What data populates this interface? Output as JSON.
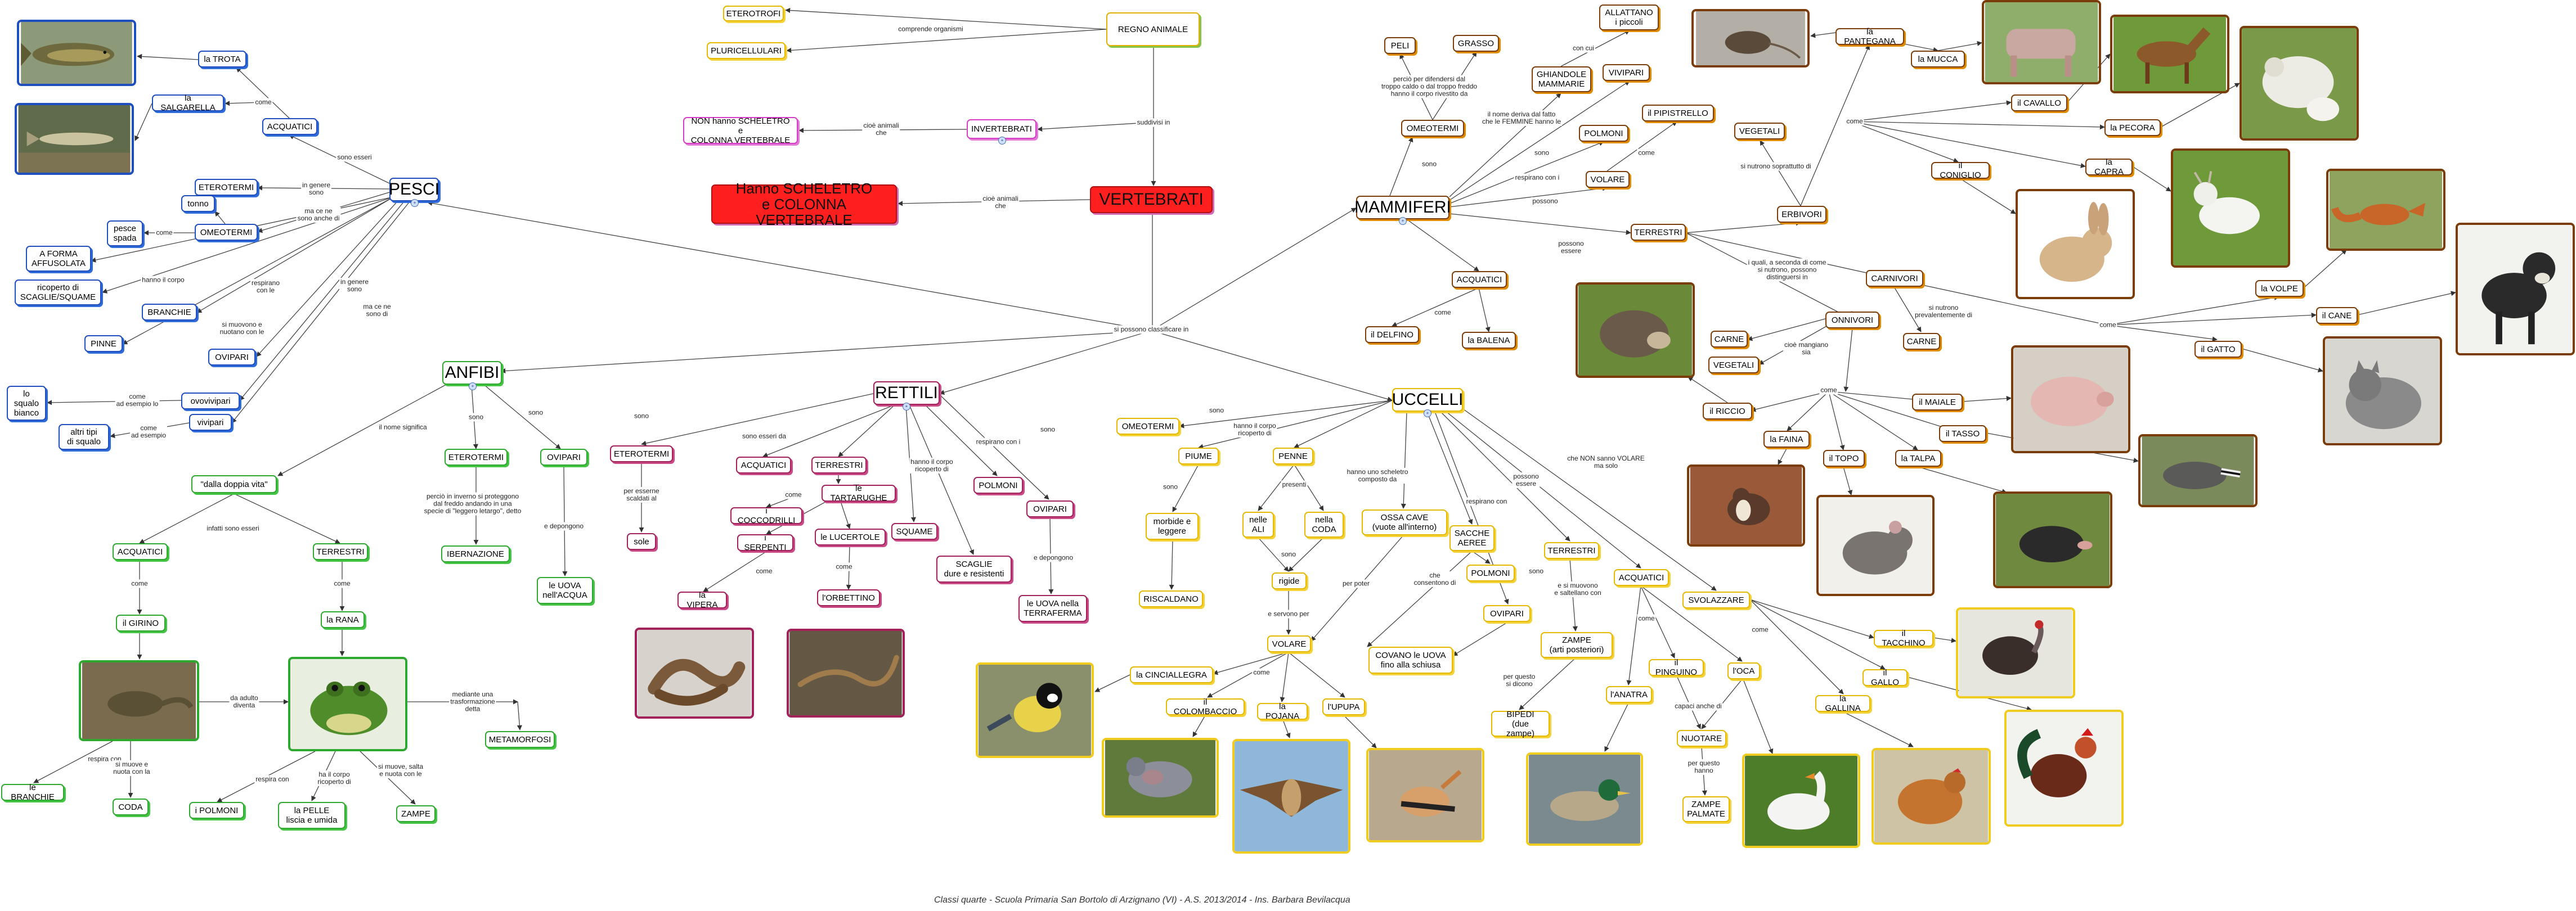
{
  "footer": "Classi quarte - Scuola Primaria San Bortolo di Arzignano (VI) - A.S. 2013/2014 - Ins. Barbara Bevilacqua",
  "nodes": {
    "regno": "REGNO ANIMALE",
    "eterotrofi_top": "ETEROTROFI",
    "pluricellulari": "PLURICELLULARI",
    "invertebrati": "INVERTEBRATI",
    "non_scheletro": "NON hanno SCHELETRO e\nCOLONNA VERTEBRALE",
    "vertebrati": "VERTEBRATI",
    "scheletro": "Hanno SCHELETRO\ne COLONNA VERTEBRALE",
    "pesci": "PESCI",
    "trota": "la TROTA",
    "salgarella": "la SALGARELLA",
    "acquatici_p": "ACQUATICI",
    "eterotermi_p": "ETEROTERMI",
    "omeotermi_p": "OMEOTERMI",
    "tonno": "tonno",
    "pesce_spada": "pesce\nspada",
    "affusolata": "A FORMA\nAFFUSOLATA",
    "ricoperto": "ricoperto di\nSCAGLIE/SQUAME",
    "branchie_p": "BRANCHIE",
    "pinne": "PINNE",
    "ovipari_p": "OVIPARI",
    "ovovivipari": "ovovivipari",
    "vivipari": "vivipari",
    "squalo": "lo\nsqualo\nbianco",
    "altri_squalo": "altri tipi\ndi squalo",
    "anfibi": "ANFIBI",
    "doppia_vita": "\"dalla doppia vita\"",
    "acquatici_a": "ACQUATICI",
    "terrestri_a": "TERRESTRI",
    "girino": "il GIRINO",
    "rana": "la RANA",
    "branchie_a": "le BRANCHIE",
    "coda_a": "CODA",
    "polmoni_a": "i POLMONI",
    "pelle": "la PELLE\nliscia e umida",
    "zampe_a": "ZAMPE",
    "metamorfosi": "METAMORFOSI",
    "eterotermi_a": "ETEROTERMI",
    "ibernazione": "IBERNAZIONE",
    "ovipari_a": "OVIPARI",
    "uova_acqua": "le UOVA\nnell'ACQUA",
    "rettili": "RETTILI",
    "eterotermi_r": "ETEROTERMI",
    "sole": "sole",
    "acquatici_r": "ACQUATICI",
    "terrestri_r": "TERRESTRI",
    "coccodrilli": "i COCCODRILLI",
    "tartarughe": "le TARTARUGHE",
    "serpenti": "i SERPENTI",
    "lucertole": "le LUCERTOLE",
    "vipera": "la VIPERA",
    "orbettino": "l'ORBETTINO",
    "squame_r": "SQUAME",
    "scaglie": "SCAGLIE\ndure e resistenti",
    "polmoni_r": "POLMONI",
    "ovipari_r": "OVIPARI",
    "uova_terra": "le UOVA nella\nTERRAFERMA",
    "uccelli": "UCCELLI",
    "omeotermi_u": "OMEOTERMI",
    "piume": "PIUME",
    "penne": "PENNE",
    "morbide": "morbide e\nleggere",
    "riscaldano": "RISCALDANO",
    "nelle_ali": "nelle\nALI",
    "nella_coda": "nella\nCODA",
    "rigide": "rigide",
    "volare_u": "VOLARE",
    "ossa_cave": "OSSA CAVE\n(vuote all'interno)",
    "sacche": "SACCHE\nAEREE",
    "polmoni_u": "POLMONI",
    "ovipari_u": "OVIPARI",
    "covano": "COVANO le UOVA\nfino alla schiusa",
    "terrestri_u": "TERRESTRI",
    "zampe_u": "ZAMPE\n(arti posteriori)",
    "bipedi": "BIPEDI\n(due zampe)",
    "acquatici_u": "ACQUATICI",
    "pinguino": "il PINGUINO",
    "oca": "l'OCA",
    "anatra": "l'ANATRA",
    "nuotare": "NUOTARE",
    "zampe_palmate": "ZAMPE\nPALMATE",
    "svolazzare": "SVOLAZZARE",
    "tacchino": "il TACCHINO",
    "gallo": "il GALLO",
    "gallina": "la GALLINA",
    "cinciallegra": "la CINCIALLEGRA",
    "colombaccio": "il COLOMBACCIO",
    "pojana": "la POJANA",
    "upupa": "l'UPUPA",
    "mammiferi": "MAMMIFERI",
    "omeotermi_m": "OMEOTERMI",
    "peli": "PELI",
    "grasso": "GRASSO",
    "allattano": "ALLATTANO\ni piccoli",
    "ghiandole": "GHIANDOLE\nMAMMARIE",
    "vivipari_m": "VIVIPARI",
    "polmoni_m": "POLMONI",
    "pipistrello": "il PIPISTRELLO",
    "volare_m": "VOLARE",
    "acquatici_m": "ACQUATICI",
    "delfino": "il DELFINO",
    "balena": "la BALENA",
    "terrestri_m": "TERRESTRI",
    "erbivori": "ERBIVORI",
    "vegetali_e": "VEGETALI",
    "carnivori": "CARNIVORI",
    "carne_c": "CARNE",
    "onnivori": "ONNIVORI",
    "carne_o": "CARNE",
    "vegetali_o": "VEGETALI",
    "pantegana": "la PANTEGANA",
    "mucca": "la MUCCA",
    "cavallo": "il CAVALLO",
    "pecora": "la PECORA",
    "capra": "la CAPRA",
    "coniglio": "il CONIGLIO",
    "volpe": "la VOLPE",
    "cane": "il CANE",
    "gatto": "il GATTO",
    "riccio": "il RICCIO",
    "maiale": "il MAIALE",
    "faina": "la FAINA",
    "tasso": "il TASSO",
    "topo": "il TOPO",
    "talpa": "la TALPA"
  },
  "labels": {
    "comprende": "comprende organismi",
    "suddivisi": "suddivisi in",
    "cioe_animali": "cioè animali\nche",
    "cioe_animali2": "cioè animali\nche",
    "si_classificare": "si possono classificare in",
    "sono_esseri": "sono esseri",
    "come_p1": "come",
    "genere_sono": "in genere\nsono",
    "ma_ce_ne": "ma ce ne\nsono anche di",
    "come_p2": "come",
    "hanno_corpo": "hanno il corpo",
    "respirano_p": "respirano\ncon le",
    "si_muovono_p": "si muovono e\nnuotano con le",
    "genere_sono2": "in genere\nsono",
    "ma_ce_ne2": "ma ce ne\nsono di",
    "come_ad_es": "come\nad esempio lo",
    "come_ad_es2": "come\nad esempio",
    "nome_significa": "il nome significa",
    "sono_a1": "sono",
    "sono_a2": "sono",
    "infatti": "infatti sono esseri",
    "come_a1": "come",
    "come_a2": "come",
    "da_adulto": "da adulto\ndiventa",
    "mediante": "mediante una\ntrasformazione\ndetta",
    "respira_con": "respira con",
    "si_muove_coda": "si muove e\nnuota con la",
    "respira_con2": "respira con",
    "ha_corpo": "ha il corpo\nricoperto di",
    "si_muove_zampe": "si muove, salta\ne nuota con le",
    "perci_inverno": "perciò in inverno si proteggono\ndal freddo andando in una\nspecie di \"leggero letargo\", detto",
    "depongono_a": "e depongono",
    "sono_r1": "sono",
    "per_esserne": "per esserne\nscaldati al",
    "sono_esseri_r": "sono esseri da",
    "come_r1": "come",
    "come_r2": "come",
    "come_r3": "come",
    "hanno_corpo_r": "hanno il corpo\nricoperto di",
    "respirano_r": "respirano con i",
    "sono_r2": "sono",
    "depongono_r": "e depongono",
    "sono_u": "sono",
    "hanno_corpo_u": "hanno il corpo\nricoperto di",
    "sono_u2": "sono",
    "presenti": "presenti",
    "sono_u3": "sono",
    "servono_per": "e servono per",
    "scheletro_u": "hanno uno scheletro\ncomposto da",
    "per_poter": "per poter",
    "respirano_u": "respirano con",
    "che_consentono": "che\nconsentono di",
    "sono_u4": "sono",
    "possono_essere": "possono\nessere",
    "che_non": "che NON sanno VOLARE\nma solo",
    "e_si_muovono": "e si muovono\ne saltellano con",
    "per_questo": "per questo\nsi dicono",
    "come_u1": "come",
    "capaci": "capaci anche di",
    "per_questo2": "per questo\nhanno",
    "come_u2": "come",
    "come_u3": "come",
    "sono_m": "sono",
    "perci_difendersi": "perciò per difendersi dal\ntroppo caldo o dal troppo freddo\nhanno il corpo rivestito da",
    "nome_deriva": "il nome deriva dal fatto\nche le FEMMINE hanno le",
    "con_cui": "con cui",
    "sono_m2": "sono",
    "respirano_m": "respirano con i",
    "possono_m": "possono",
    "come_m": "come",
    "possono_essere_m": "possono\nessere",
    "come_m1": "come",
    "quali_seconda": "i quali, a seconda di come\nsi nutrono, possono\ndistinguersi in",
    "nutrono_vegetali": "si nutrono soprattutto di",
    "nutrono_carne": "si nutrono\nprevalentemente di",
    "cioe_mangiano": "cioè mangiano\nsia",
    "come_m2": "come",
    "come_m3": "come",
    "come_m4": "come"
  }
}
